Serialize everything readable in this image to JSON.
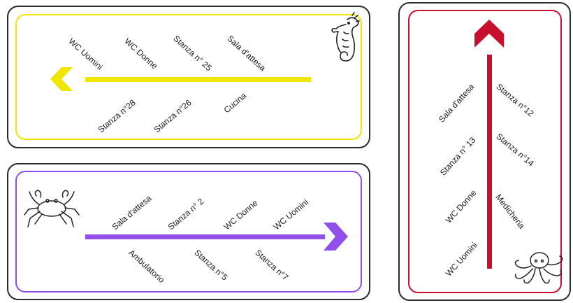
{
  "colors": {
    "yellow": "#f2e600",
    "purple": "#8f4fe8",
    "red": "#c8102e",
    "frame": "#2b2b2b"
  },
  "signs": {
    "seahorse": {
      "icon": "seahorse-icon",
      "arrow_direction": "left",
      "above": [
        "WC Uomini",
        "WC Donne",
        "Stanza n° 25",
        "Sala d'attesa"
      ],
      "below": [
        "Stanza n°28",
        "Stanza n°26",
        "Cucina"
      ]
    },
    "crab": {
      "icon": "crab-icon",
      "arrow_direction": "right",
      "above": [
        "Sala d'attesa",
        "Stanza n° 2",
        "WC Donne",
        "WC Uomini"
      ],
      "below": [
        "Ambulatorio",
        "Stanza n°5",
        "Stanza n°7"
      ]
    },
    "octopus": {
      "icon": "octopus-icon",
      "arrow_direction": "up",
      "left": [
        "Sala d'attesa",
        "Stanza n° 13",
        "WC Donne",
        "WC Uomini"
      ],
      "right": [
        "Stanza n°12",
        "Stanza n°14",
        "Medicheria"
      ]
    }
  }
}
